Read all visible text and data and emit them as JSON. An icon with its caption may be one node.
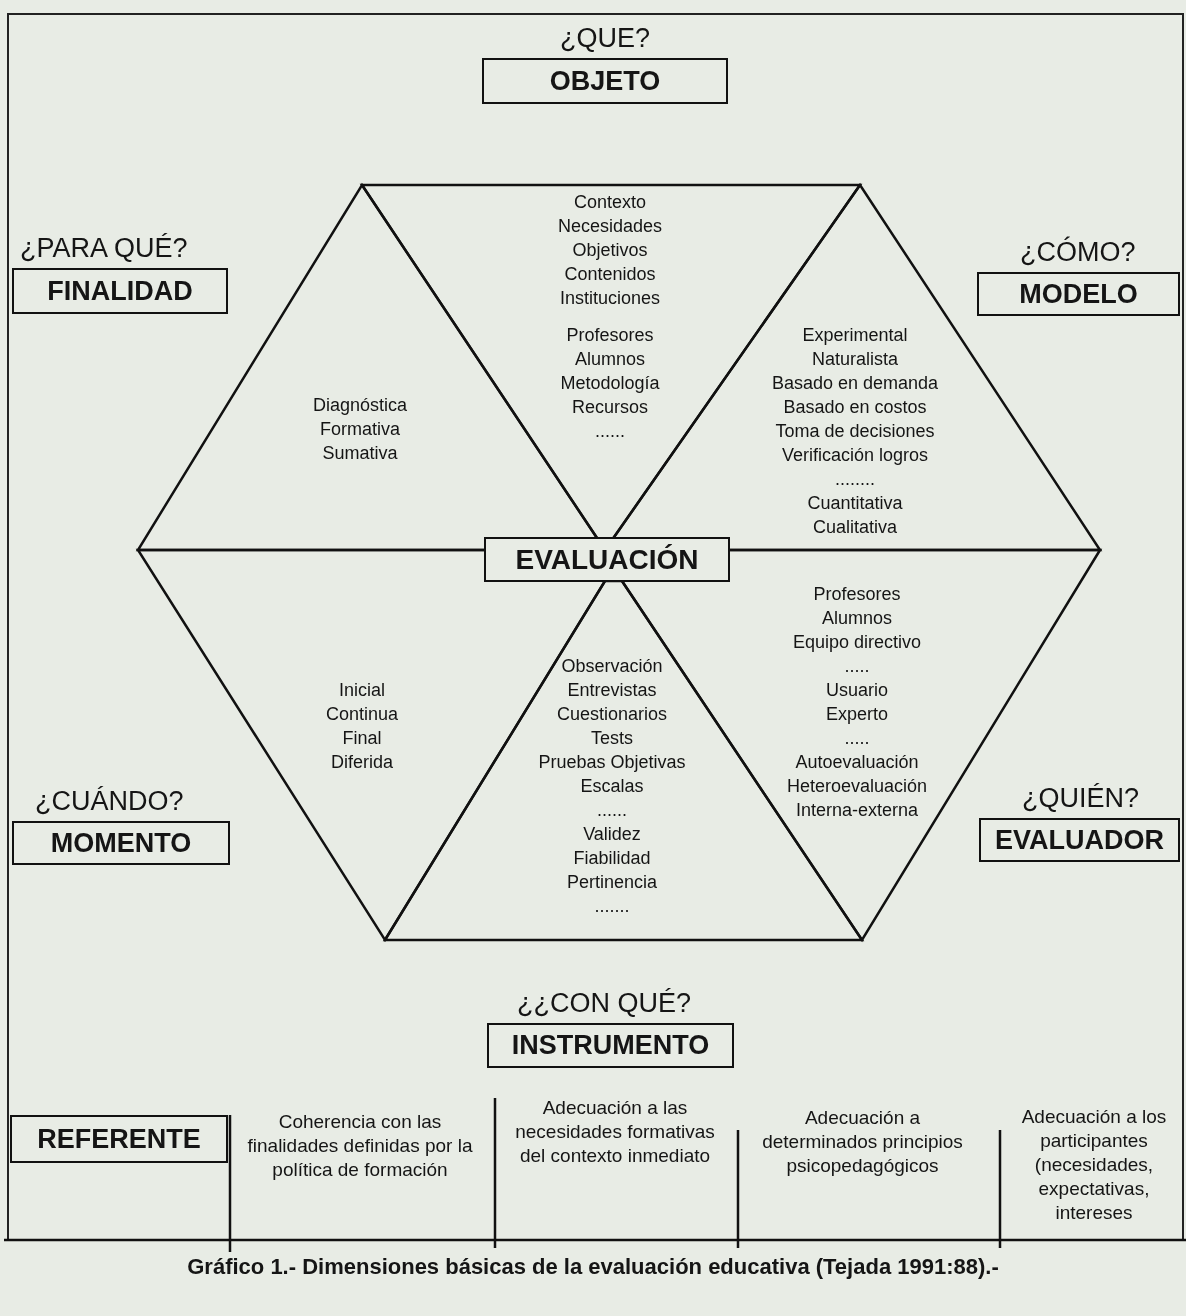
{
  "diagram": {
    "caption": "Gráfico 1.- Dimensiones básicas de la evaluación educativa (Tejada 1991:88).-",
    "nodes": [
      {
        "text": [
          "¿QUE?",
          "OBJETO"
        ]
      },
      {
        "text": [
          "¿PARA QUÉ?",
          "FINALIDAD"
        ]
      },
      {
        "text": [
          "¿CÓMO?",
          "MODELO"
        ]
      },
      {
        "text": [
          "Contexto",
          "Necesidades",
          "Objetivos",
          "Contenidos",
          "Instituciones",
          "Profesores",
          "Alumnos",
          "Metodología",
          "Recursos",
          "......"
        ]
      },
      {
        "text": [
          "Diagnóstica",
          "Formativa",
          "Sumativa"
        ]
      },
      {
        "text": [
          "Experimental",
          "Naturalista",
          "Basado en demanda",
          "Basado en costos",
          "Toma de decisiones",
          "Verificación logros",
          "........",
          "Cuantitativa",
          "Cualitativa"
        ]
      },
      {
        "text": [
          "EVALUACIÓN"
        ]
      },
      {
        "text": [
          "Inicial",
          "Continua",
          "Final",
          "Diferida"
        ]
      },
      {
        "text": [
          "Observación",
          "Entrevistas",
          "Cuestionarios",
          "Tests",
          "Pruebas Objetivas",
          "Escalas",
          "......",
          "Validez",
          "Fiabilidad",
          "Pertinencia",
          "......."
        ]
      },
      {
        "text": [
          "Profesores",
          "Alumnos",
          "Equipo directivo",
          ".....",
          "Usuario",
          "Experto",
          ".....",
          "Autoevaluación",
          "Heteroevaluación",
          "Interna-externa"
        ]
      },
      {
        "text": [
          "¿CUÁNDO?",
          "MOMENTO"
        ]
      },
      {
        "text": [
          "¿QUIÉN?",
          "EVALUADOR"
        ]
      },
      {
        "text": [
          "¿¿CON QUÉ?",
          "INSTRUMENTO"
        ]
      },
      {
        "text": [
          "REFERENTE"
        ]
      }
    ],
    "edges": [],
    "labels": [
      "Coherencia con las finalidades definidas por la política de formación",
      "Adecuación a las necesidades formativas del contexto inmediato",
      "Adecuación a determinados principios psicopedagógicos",
      "Adecuación a los participantes (necesidades, expectativas, intereses"
    ]
  }
}
